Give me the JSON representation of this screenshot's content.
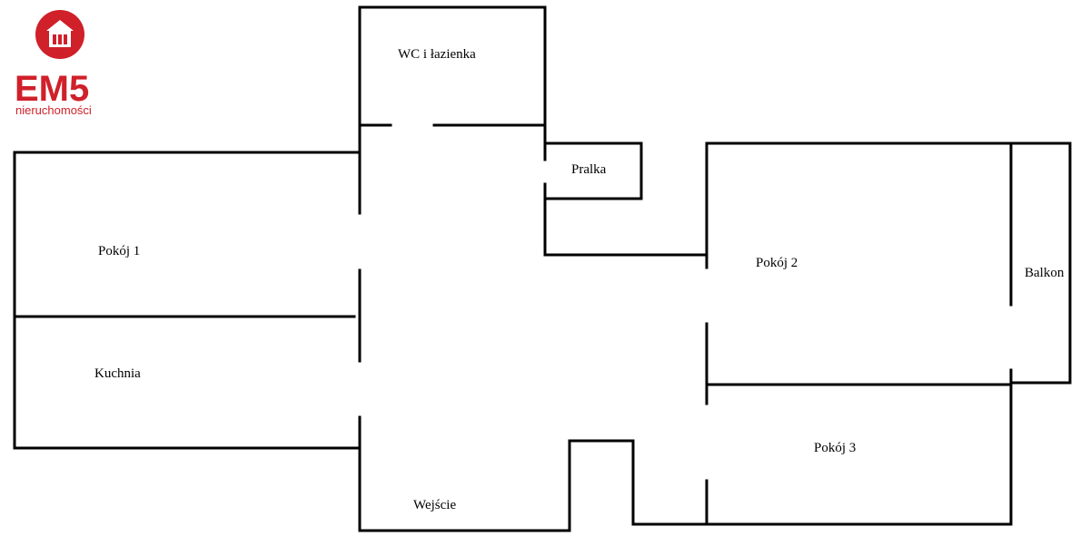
{
  "logo": {
    "brand": "EM5",
    "tagline": "nieruchomości",
    "color": "#d0202a"
  },
  "rooms": {
    "wc": "WC i łazienka",
    "pralka": "Pralka",
    "pokoj1": "Pokój 1",
    "pokoj2": "Pokój 2",
    "balkon": "Balkon",
    "kuchnia": "Kuchnia",
    "pokoj3": "Pokój 3",
    "wejscie": "Wejście"
  },
  "colors": {
    "walls": "#000000",
    "background": "#ffffff"
  }
}
